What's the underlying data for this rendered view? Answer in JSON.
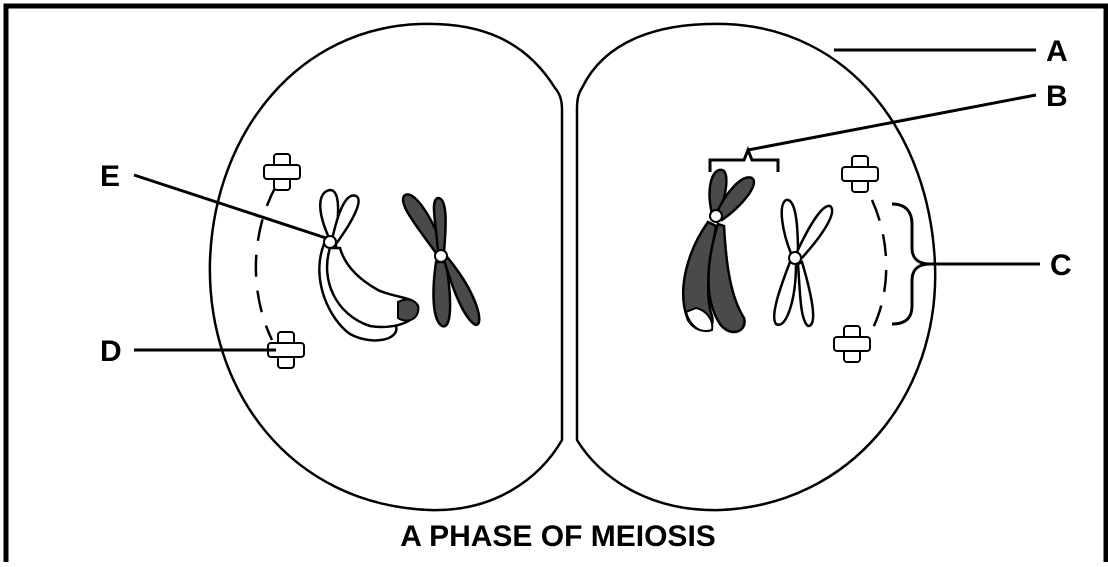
{
  "diagram": {
    "caption": "A PHASE OF MEIOSIS",
    "labels": {
      "a": "A",
      "b": "B",
      "c": "C",
      "d": "D",
      "e": "E"
    }
  },
  "colors": {
    "line": "#000000",
    "dark_chromosome": "#4a4a4a",
    "light_chromosome": "#ffffff",
    "background": "#ffffff"
  }
}
